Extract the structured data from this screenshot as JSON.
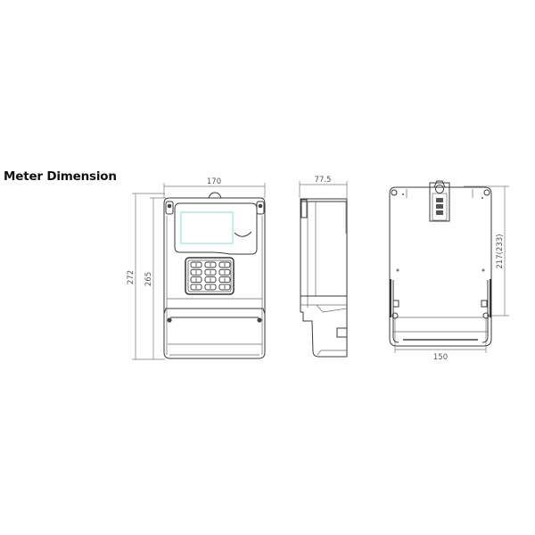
{
  "title": "Meter Dimension",
  "front_view": {
    "width_label": "170",
    "outer_height_label": "272",
    "inner_height_label": "265",
    "keypad": {
      "rows": 4,
      "cols": 3
    },
    "lcd_color": "#9fe0e0"
  },
  "side_view": {
    "depth_label": "77.5"
  },
  "back_view": {
    "mounting_width_label": "150",
    "mounting_height_label": "217(233)"
  }
}
